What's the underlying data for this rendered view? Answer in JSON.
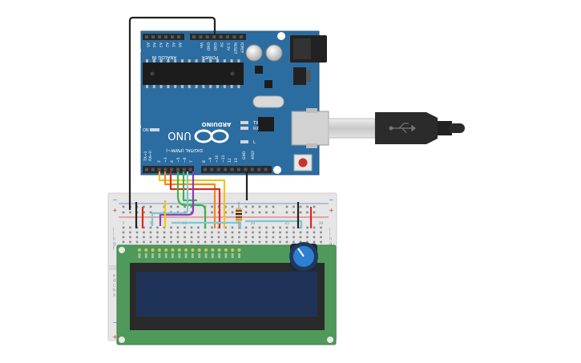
{
  "arduino": {
    "brand": "ARDUINO",
    "model": "UNO",
    "on_label": "ON",
    "tx_label": "TX",
    "rx_label": "RX",
    "l_label": "L",
    "analog_in": "ANALOG IN",
    "power": "POWER",
    "digital": "DIGITAL (PWM~)",
    "aref": "AREF",
    "gnd": "GND",
    "tx_pin": "TX→1",
    "rx_pin": "RX←0",
    "analog_pins": [
      "A5",
      "A4",
      "A3",
      "A2",
      "A1",
      "A0"
    ],
    "power_pins": [
      "Vin",
      "GND",
      "GND",
      "5V",
      "3.3V",
      "RESET",
      "IOREF"
    ],
    "digital_pins": [
      "13",
      "12",
      "~11",
      "~10",
      "~9",
      "8",
      "7",
      "~6",
      "~5",
      "4",
      "~3",
      "2"
    ]
  },
  "breadboard": {
    "plus": "+",
    "minus": "−",
    "row_letters_top": [
      "j",
      "i",
      "h",
      "g",
      "f"
    ],
    "row_letters_bottom": [
      "e",
      "d",
      "c",
      "b",
      "a"
    ],
    "col_numbers": [
      "1",
      "5",
      "10",
      "15",
      "20",
      "25",
      "30"
    ]
  },
  "colors": {
    "board": "#2c6da1",
    "board_dark": "#1f5582",
    "lcd_pcb": "#4f9a5a",
    "lcd_screen": "#1f3358",
    "breadboard": "#e6e6e6",
    "wire_yellow": "#f3c317",
    "wire_orange": "#f08a1c",
    "wire_red": "#d92a22",
    "wire_green": "#3cb34a",
    "wire_purple": "#8a3fb0",
    "wire_cyan": "#7cc6d6",
    "wire_black": "#222222",
    "pot_knob": "#2f7fd0"
  }
}
